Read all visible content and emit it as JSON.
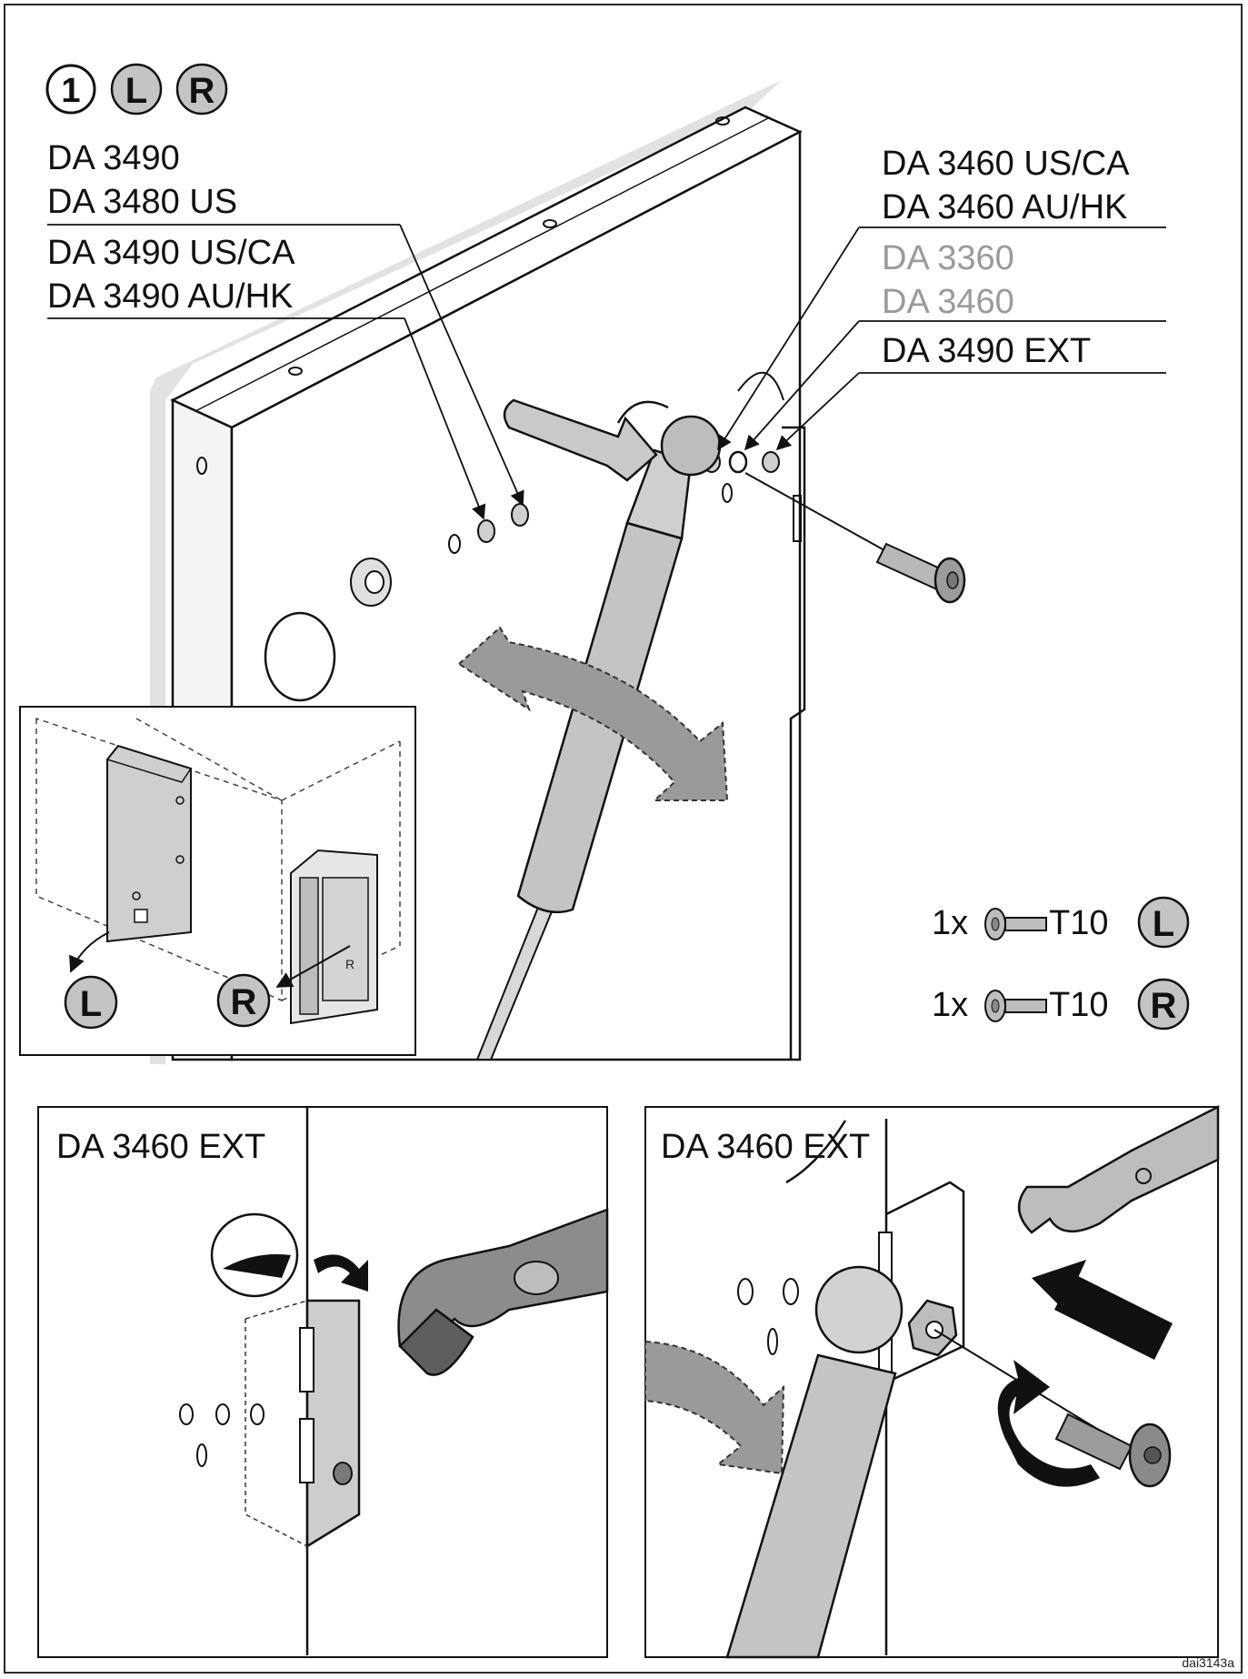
{
  "header": {
    "step_number": "1",
    "badge_left": "L",
    "badge_right": "R"
  },
  "labels_left": {
    "group1": [
      "DA 3490",
      "DA 3480 US"
    ],
    "group2": [
      "DA 3490 US/CA",
      "DA 3490 AU/HK"
    ]
  },
  "labels_right": {
    "group1": [
      "DA 3460 US/CA",
      "DA 3460 AU/HK"
    ],
    "group2": [
      "DA 3360",
      "DA 3460"
    ],
    "group3": [
      "DA 3490 EXT"
    ]
  },
  "parts": {
    "left": {
      "qty": "1x",
      "type": "T10",
      "side": "L"
    },
    "right": {
      "qty": "1x",
      "type": "T10",
      "side": "R"
    }
  },
  "inset": {
    "badge_left": "L",
    "badge_right": "R",
    "marker_r": "R"
  },
  "panel_bottom_left": {
    "title": "DA 3460 EXT"
  },
  "panel_bottom_right": {
    "title": "DA 3460 EXT"
  },
  "footer": {
    "figure_code": "dai3143a"
  },
  "colors": {
    "line": "#111111",
    "part_fill": "#bdbdbd",
    "dark_fill": "#7a7a7a",
    "badge_fill": "#c4c4c4",
    "grey_label": "#9a9a9a"
  }
}
